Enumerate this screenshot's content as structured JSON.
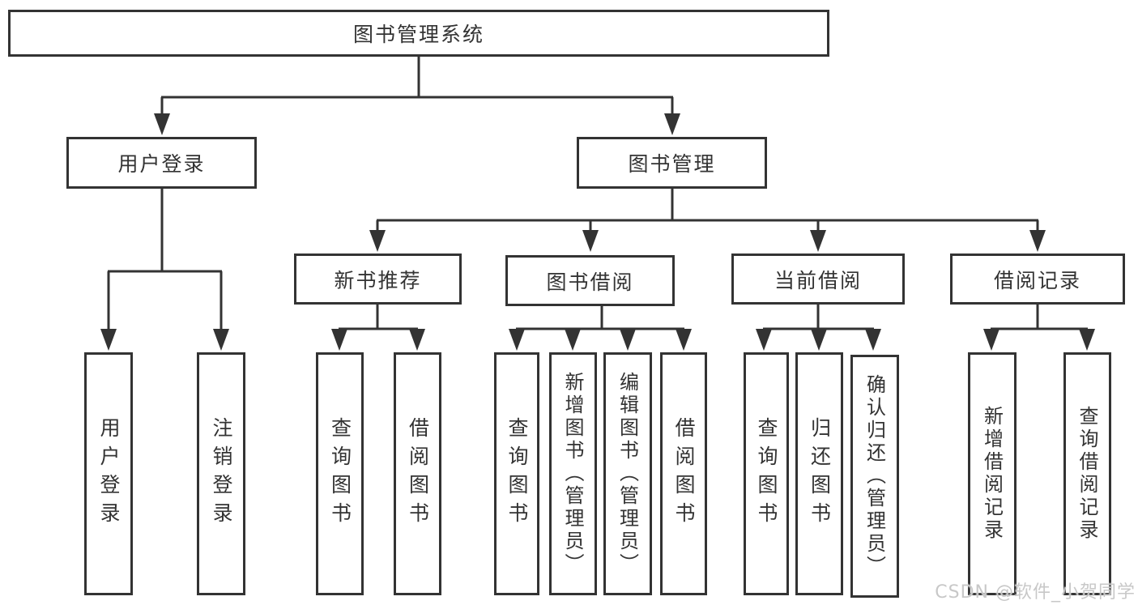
{
  "tree": {
    "label": "图书管理系统",
    "children": [
      {
        "label": "用户登录",
        "children": [
          {
            "label": "用户登录"
          },
          {
            "label": "注销登录"
          }
        ]
      },
      {
        "label": "图书管理",
        "children": [
          {
            "label": "新书推荐",
            "children": [
              {
                "label": "查询图书"
              },
              {
                "label": "借阅图书"
              }
            ]
          },
          {
            "label": "图书借阅",
            "children": [
              {
                "label": "查询图书"
              },
              {
                "label": "新增图书（管理员）"
              },
              {
                "label": "编辑图书（管理员）"
              },
              {
                "label": "借阅图书"
              }
            ]
          },
          {
            "label": "当前借阅",
            "children": [
              {
                "label": "查询图书"
              },
              {
                "label": "归还图书"
              },
              {
                "label": "确认归还（管理员）"
              }
            ]
          },
          {
            "label": "借阅记录",
            "children": [
              {
                "label": "新增借阅记录"
              },
              {
                "label": "查询借阅记录"
              }
            ]
          }
        ]
      }
    ]
  },
  "watermark": {
    "text": "CSDN @软件_小贺同学"
  },
  "colors": {
    "line": "#333333",
    "text": "#333333",
    "box_background": "#ffffff",
    "page_background": "#ffffff",
    "watermark": "#c5c5c5"
  }
}
